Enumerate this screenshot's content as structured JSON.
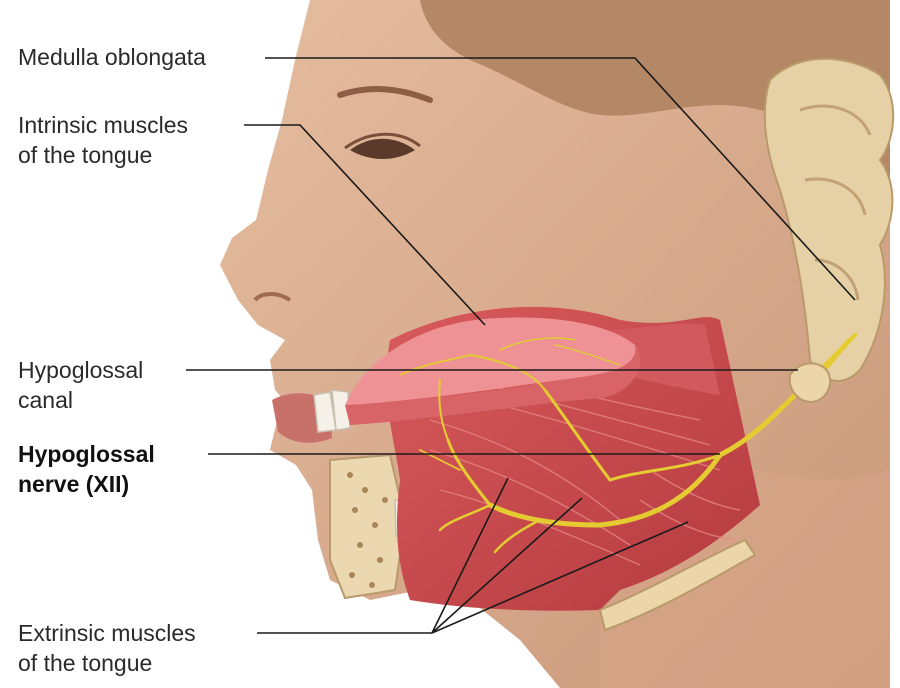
{
  "labels": {
    "medulla": "Medulla oblongata",
    "intrinsic": [
      "Intrinsic muscles",
      "of the tongue"
    ],
    "canal": [
      "Hypoglossal",
      "canal"
    ],
    "nerve": [
      "Hypoglossal",
      "nerve (XII)"
    ],
    "extrinsic": [
      "Extrinsic muscles",
      "of the tongue"
    ]
  },
  "colors": {
    "skin": "#dcae90",
    "skin_shadow": "#c48f70",
    "muscle": "#c8474a",
    "muscle_light": "#e07070",
    "tongue": "#ec8e92",
    "nerve": "#e9cf3a",
    "bone": "#ecd6ad",
    "hair": "#b88d6e",
    "leader_line": "#1a1a1a"
  }
}
